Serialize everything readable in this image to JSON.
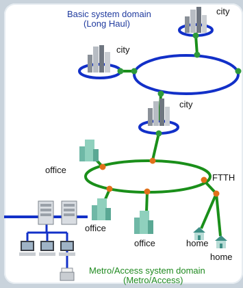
{
  "basic_domain": {
    "title_line1": "Basic system domain",
    "title_line2": "(Long Haul)"
  },
  "metro_domain": {
    "title_line1": "Metro/Access system domain",
    "title_line2": "(Metro/Access)"
  },
  "labels": {
    "city_top": "city",
    "city_left": "city",
    "city_mid": "city",
    "office_left": "office",
    "office_lower": "office",
    "office_bottom": "office",
    "ftth": "FTTH",
    "home_1": "home",
    "home_2": "home"
  },
  "colors": {
    "ring_blue": "#1230c8",
    "ring_green": "#1a8f1a",
    "node": "#e0701a",
    "node_green": "#2e9a3a",
    "title_blue": "#1f3a9e",
    "title_green": "#1f8a1f"
  },
  "icons": [
    "city-icon",
    "office-icon",
    "home-icon",
    "server-rack-icon",
    "computer-icon",
    "printer-icon"
  ]
}
